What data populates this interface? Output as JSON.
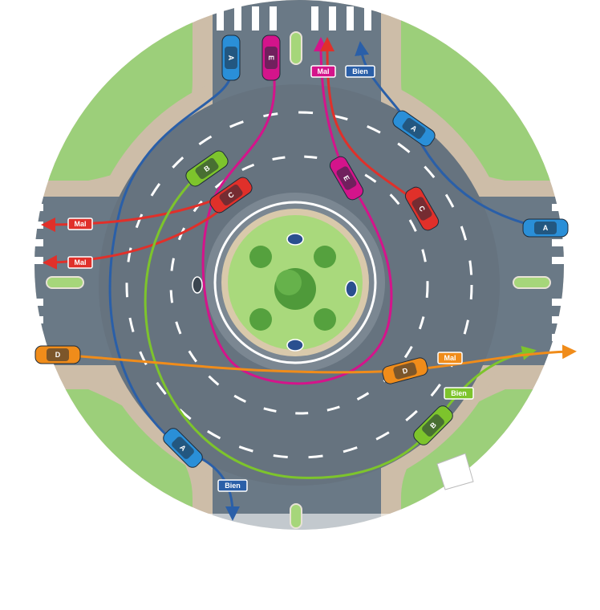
{
  "colors": {
    "ground": "#c8b8a4",
    "grass": "#94c973",
    "asphalt": "#5f6f7d",
    "asphalt_light": "#7b8a97",
    "lane": "#ffffff",
    "island": "#a6d67a",
    "blue": "#2a5fa8",
    "magenta": "#d4148b",
    "red": "#e0302a",
    "green": "#7dc42c",
    "orange": "#f08c1a"
  },
  "cars": [
    {
      "id": "A",
      "color": "#2a8fd8"
    },
    {
      "id": "E",
      "color": "#d4148b"
    },
    {
      "id": "A",
      "color": "#2a8fd8"
    },
    {
      "id": "B",
      "color": "#7dc42c"
    },
    {
      "id": "C",
      "color": "#e0302a"
    },
    {
      "id": "E",
      "color": "#d4148b"
    },
    {
      "id": "C",
      "color": "#e0302a"
    },
    {
      "id": "A",
      "color": "#2a8fd8"
    },
    {
      "id": "D",
      "color": "#f08c1a"
    },
    {
      "id": "D",
      "color": "#f08c1a"
    },
    {
      "id": "B",
      "color": "#7dc42c"
    },
    {
      "id": "A",
      "color": "#2a8fd8"
    }
  ],
  "labels": [
    {
      "text": "Mal",
      "color": "#d4148b"
    },
    {
      "text": "Bien",
      "color": "#2a5fa8"
    },
    {
      "text": "Mal",
      "color": "#e0302a"
    },
    {
      "text": "Mal",
      "color": "#e0302a"
    },
    {
      "text": "Mal",
      "color": "#f08c1a"
    },
    {
      "text": "Bien",
      "color": "#7dc42c"
    },
    {
      "text": "Bien",
      "color": "#2a5fa8"
    }
  ]
}
